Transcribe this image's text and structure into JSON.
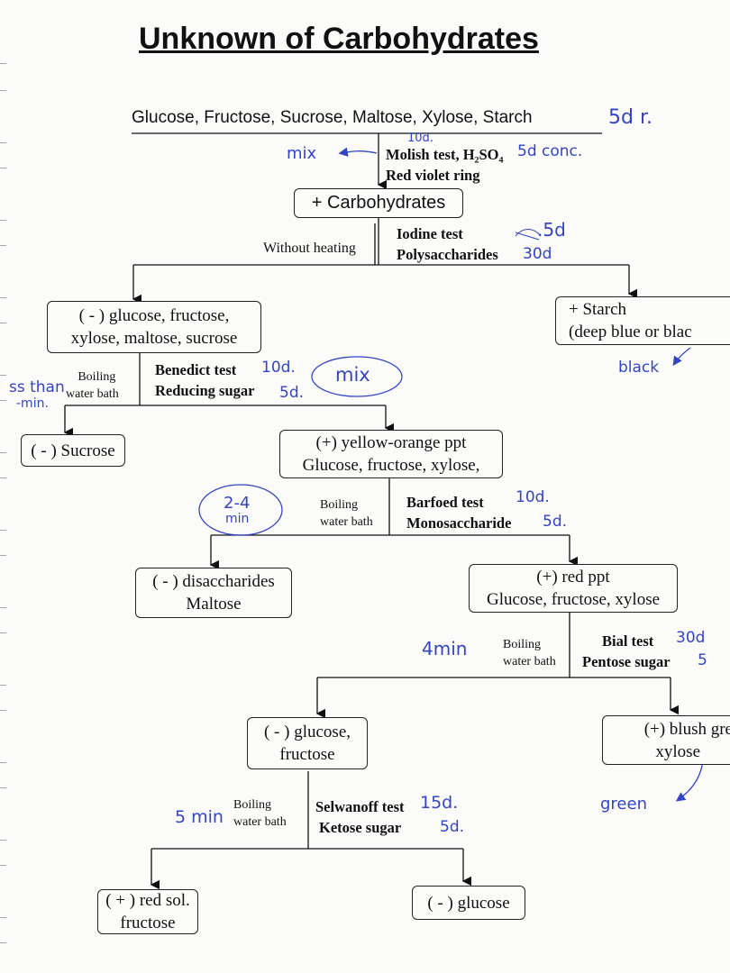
{
  "title": "Unknown of Carbohydrates",
  "sugars_line": "Glucose, Fructose, Sucrose, Maltose, Xylose, Starch",
  "tests": {
    "molish": {
      "name": "Molish test, H₂SO₄",
      "result": "Red violet ring"
    },
    "iodine": {
      "name": "Iodine test",
      "detects": "Polysaccharides",
      "condition": "Without heating"
    },
    "benedict": {
      "name": "Benedict test",
      "detects": "Reducing sugar",
      "condition_line1": "Boiling",
      "condition_line2": "water bath"
    },
    "barfoed": {
      "name": "Barfoed test",
      "detects": "Monosaccharide",
      "condition_line1": "Boiling",
      "condition_line2": "water bath"
    },
    "bial": {
      "name": "Bial test",
      "detects": "Pentose sugar",
      "condition_line1": "Boiling",
      "condition_line2": "water bath"
    },
    "selwanoff": {
      "name": "Selwanoff test",
      "detects": "Ketose sugar",
      "condition_line1": "Boiling",
      "condition_line2": "water bath"
    }
  },
  "nodes": {
    "carbohydrates": "+ Carbohydrates",
    "neg_iodine": {
      "line1": "( - ) glucose, fructose,",
      "line2": "xylose, maltose, sucrose"
    },
    "starch": {
      "line1": "+ Starch",
      "line2": "(deep blue or blac"
    },
    "sucrose": "( - ) Sucrose",
    "pos_benedict": {
      "line1": "(+) yellow-orange ppt",
      "line2": "Glucose, fructose, xylose,"
    },
    "disaccharides": {
      "line1": "( - ) disaccharides",
      "line2": "Maltose"
    },
    "red_ppt": {
      "line1": "(+) red ppt",
      "line2": "Glucose, fructose, xylose"
    },
    "neg_bial": {
      "line1": "( - ) glucose,",
      "line2": "fructose"
    },
    "blush": {
      "line1": "(+) blush gre",
      "line2": "xylose"
    },
    "red_sol": {
      "line1": "( + ) red sol.",
      "line2": "fructose"
    },
    "neg_glucose": "( - ) glucose"
  },
  "handwritten": {
    "sugars_vol": "5d r.",
    "molish_vol": "10d.",
    "molish_mix": "mix",
    "molish_conc": "5d conc.",
    "iodine_vol": ".5d",
    "poly_vol": "30d",
    "benedict_vol": "10d.",
    "benedict_mix": "mix",
    "reducing_vol": "5d.",
    "less_than": "ss than",
    "min": "-min.",
    "starch_color": "black",
    "barfoed_time_1": "2-4",
    "barfoed_time_2": "min",
    "barfoed_vol": "10d.",
    "mono_vol": "5d.",
    "bial_time": "4min",
    "bial_vol": "30d",
    "pentose_vol": "5",
    "xylose_color": "green",
    "selwanoff_time": "5 min",
    "selwanoff_vol": "15d.",
    "ketose_vol": "5d."
  },
  "colors": {
    "ink": "#111111",
    "pen": "#3344c8"
  }
}
